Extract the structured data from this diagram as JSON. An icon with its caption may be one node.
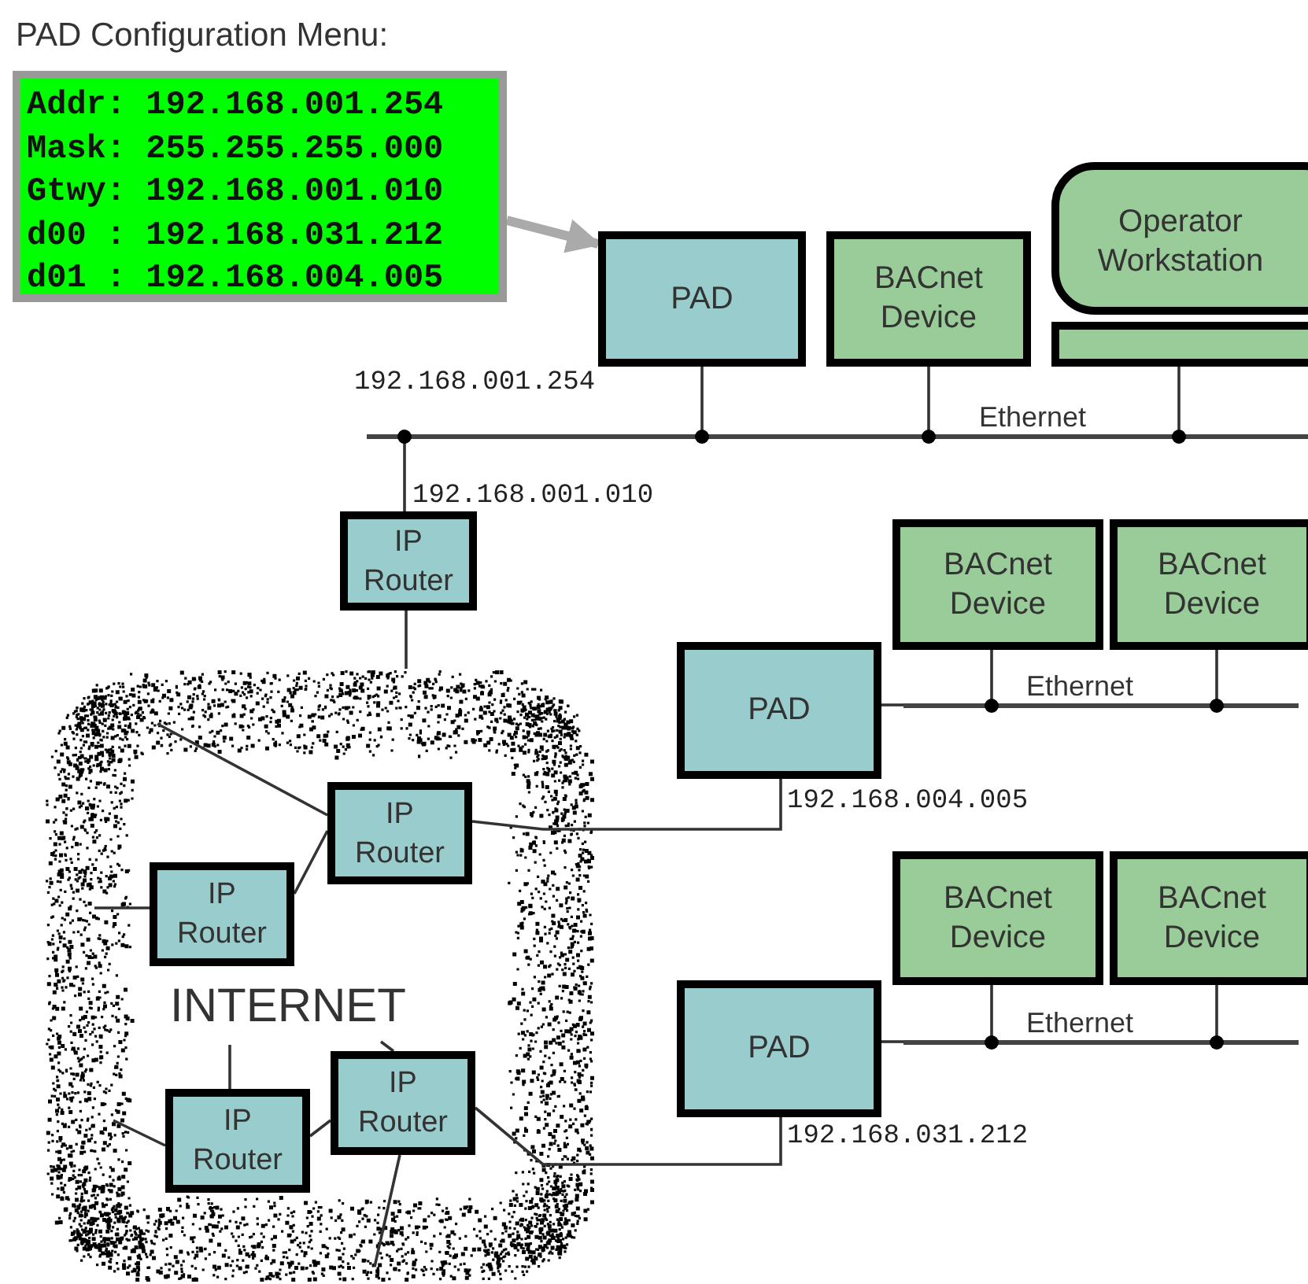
{
  "diagram": {
    "nodes": [
      {
        "text": [
          "PAD Configuration Menu:",
          "Addr: 192.168.001.254",
          "Mask: 255.255.255.000",
          "Gtwy: 192.168.001.010",
          "d00 : 192.168.031.212",
          "d01 : 192.168.004.005"
        ]
      },
      {
        "text": [
          "PAD"
        ],
        "beside": [
          "192.168.001.254"
        ]
      },
      {
        "text": [
          "BACnet Device"
        ]
      },
      {
        "text": [
          "Operator Workstation"
        ]
      },
      {
        "text": [],
        "shape": "bar",
        "beside": [
          "Ethernet"
        ]
      },
      {
        "text": [
          "IP Router"
        ],
        "beside": [
          "192.168.001.010"
        ]
      },
      {
        "text": [
          "BACnet Device"
        ]
      },
      {
        "text": [
          "BACnet Device"
        ]
      },
      {
        "text": [
          "PAD"
        ],
        "beside": [
          "192.168.004.005"
        ]
      },
      {
        "text": [],
        "shape": "bar",
        "beside": [
          "Ethernet"
        ]
      },
      {
        "text": [
          "INTERNET"
        ]
      },
      {
        "text": [
          "IP Router"
        ],
        "in": 10
      },
      {
        "text": [
          "IP Router"
        ],
        "in": 10
      },
      {
        "text": [
          "IP Router"
        ],
        "in": 10
      },
      {
        "text": [
          "IP Router"
        ],
        "in": 10
      },
      {
        "text": [
          "BACnet Device"
        ]
      },
      {
        "text": [
          "BACnet Device"
        ]
      },
      {
        "text": [
          "PAD"
        ],
        "beside": [
          "192.168.031.212"
        ]
      },
      {
        "text": [],
        "shape": "bar",
        "beside": [
          "Ethernet"
        ]
      }
    ],
    "edges": [
      {
        "from": 0,
        "to": 1,
        "arrow": "to",
        "style": "thick",
        "color": "#aaaaaa"
      },
      {
        "from": 1,
        "to": 4,
        "arrow": "none"
      },
      {
        "from": 2,
        "to": 4,
        "arrow": "none"
      },
      {
        "from": 3,
        "to": 4,
        "arrow": "none"
      },
      {
        "from": 5,
        "to": 4,
        "arrow": "none"
      },
      {
        "from": 5,
        "to": 10,
        "arrow": "none"
      },
      {
        "from": 6,
        "to": 9,
        "arrow": "none"
      },
      {
        "from": 7,
        "to": 9,
        "arrow": "none"
      },
      {
        "from": 8,
        "to": 9,
        "arrow": "none"
      },
      {
        "from": 11,
        "to": 8,
        "arrow": "none"
      },
      {
        "from": 11,
        "to": 12,
        "arrow": "none"
      },
      {
        "from": 11,
        "to": null,
        "arrow": "none"
      },
      {
        "from": 12,
        "to": null,
        "arrow": "none"
      },
      {
        "from": 14,
        "to": null,
        "arrow": "none"
      },
      {
        "from": 14,
        "to": null,
        "arrow": "none"
      },
      {
        "from": 14,
        "to": 13,
        "arrow": "none"
      },
      {
        "from": 13,
        "to": null,
        "arrow": "none"
      },
      {
        "from": 13,
        "to": 17,
        "arrow": "none"
      },
      {
        "from": 13,
        "to": null,
        "arrow": "none"
      },
      {
        "from": 15,
        "to": 18,
        "arrow": "none"
      },
      {
        "from": 16,
        "to": 18,
        "arrow": "none"
      },
      {
        "from": 17,
        "to": 18,
        "arrow": "none"
      }
    ]
  }
}
